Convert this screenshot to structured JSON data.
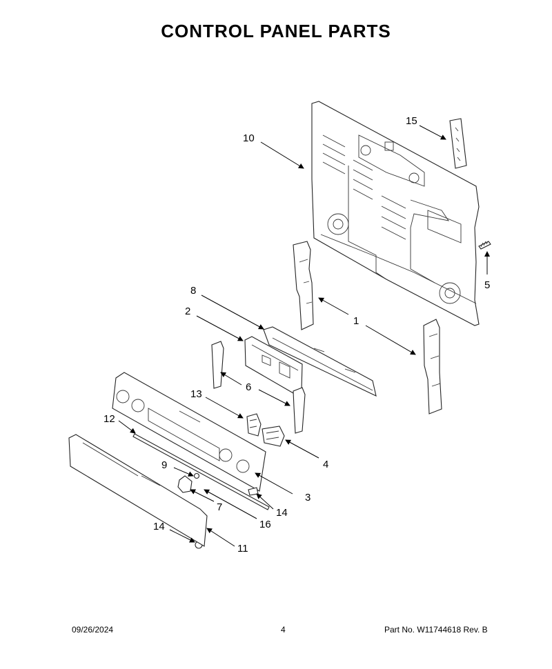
{
  "title": "CONTROL PANEL PARTS",
  "callouts": [
    "1",
    "2",
    "3",
    "4",
    "5",
    "6",
    "7",
    "8",
    "9",
    "10",
    "11",
    "12",
    "13",
    "14",
    "15",
    "16"
  ],
  "footer": {
    "date": "09/26/2024",
    "page": "4",
    "part": "Part No.  W11744618  Rev.  B"
  }
}
